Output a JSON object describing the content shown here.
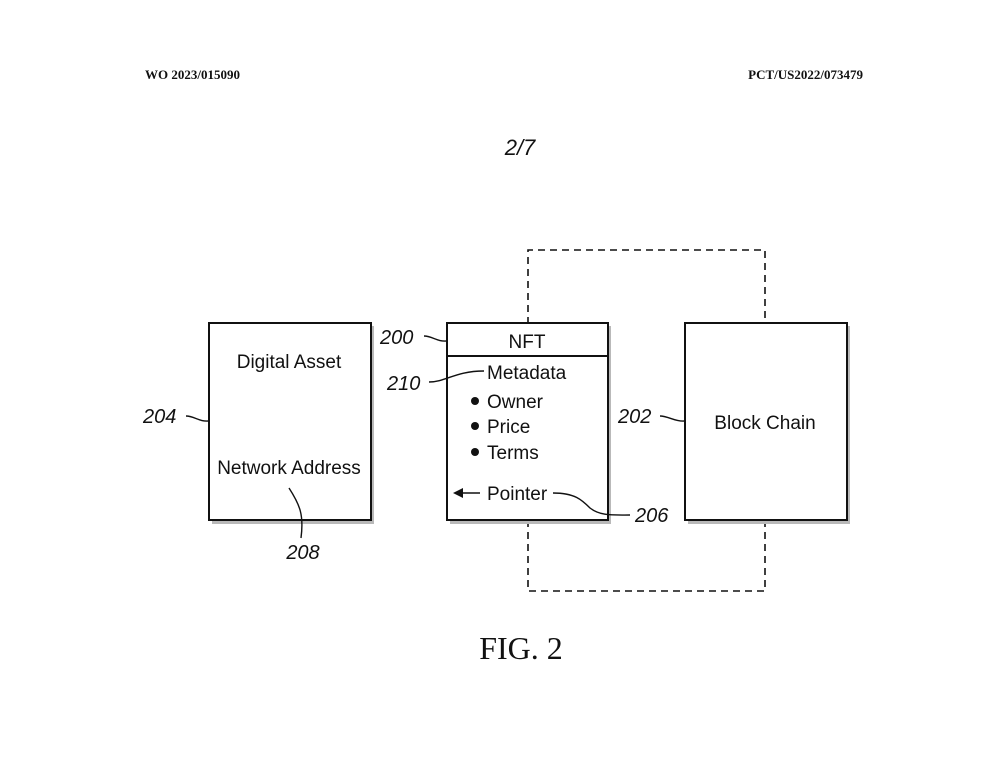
{
  "header": {
    "publication_number": "WO 2023/015090",
    "application_number": "PCT/US2022/073479"
  },
  "sheet_number": "2/7",
  "diagram": {
    "digital_asset_box": {
      "title": "Digital Asset",
      "network_address": "Network Address"
    },
    "nft_box": {
      "title": "NFT",
      "metadata": "Metadata",
      "bullets": [
        "Owner",
        "Price",
        "Terms"
      ],
      "pointer": "Pointer"
    },
    "blockchain_box": {
      "title": "Block Chain"
    },
    "reference_numerals": {
      "nft": "200",
      "blockchain": "202",
      "digital_asset": "204",
      "pointer": "206",
      "network_address": "208",
      "metadata": "210"
    }
  },
  "figure_label": "FIG. 2"
}
